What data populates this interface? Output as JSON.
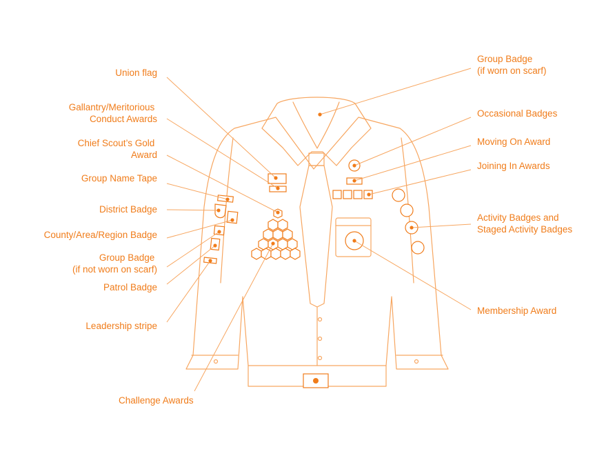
{
  "colors": {
    "accent": "#f07c1a",
    "outline": "#f7a660",
    "background": "#ffffff"
  },
  "labels": {
    "union_flag": [
      "Union flag"
    ],
    "gallantry": [
      "Gallantry/Meritorious",
      "Conduct Awards"
    ],
    "chief_scout": [
      "Chief Scout’s Gold",
      "Award"
    ],
    "group_name_tape": [
      "Group Name Tape"
    ],
    "district_badge": [
      "District Badge"
    ],
    "county_badge": [
      "County/Area/Region Badge"
    ],
    "group_badge_not_scarf": [
      "Group Badge",
      "(if not worn on scarf)"
    ],
    "patrol_badge": [
      "Patrol Badge"
    ],
    "leadership_stripe": [
      "Leadership stripe"
    ],
    "challenge_awards": [
      "Challenge Awards"
    ],
    "group_badge_scarf": [
      "Group Badge",
      "(if worn on scarf)"
    ],
    "occasional_badges": [
      "Occasional Badges"
    ],
    "moving_on": [
      "Moving On Award"
    ],
    "joining_in": [
      "Joining In Awards"
    ],
    "activity_badges": [
      "Activity Badges and",
      "Staged Activity Badges"
    ],
    "membership_award": [
      "Membership Award"
    ]
  }
}
